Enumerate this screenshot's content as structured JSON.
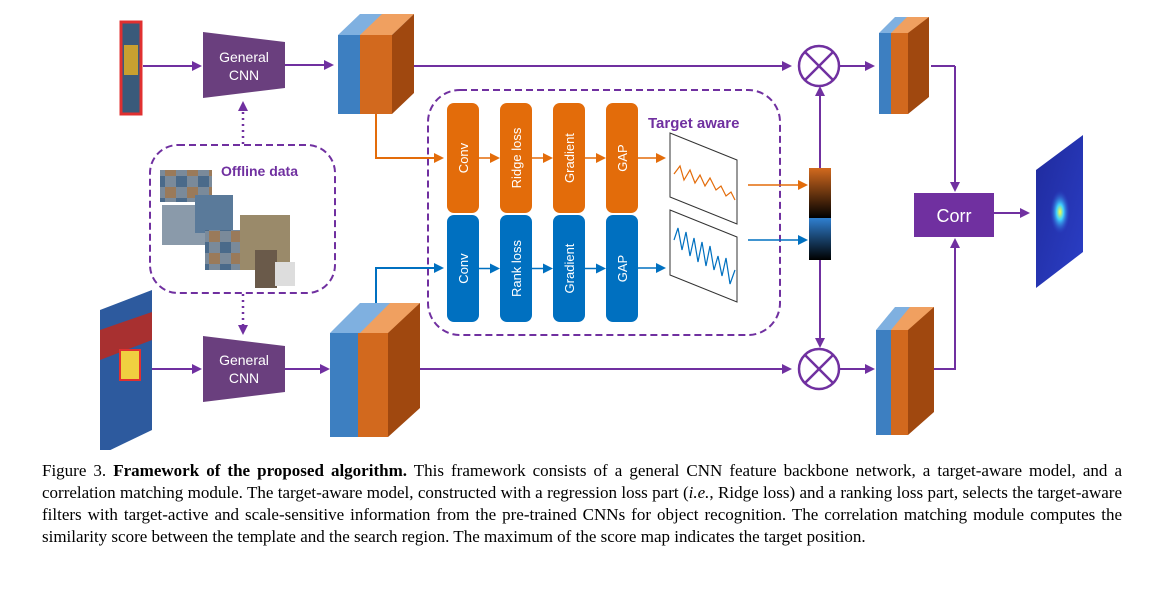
{
  "diagram": {
    "general_cnn_line1": "General",
    "general_cnn_line2": "CNN",
    "offline_data": "Offline data",
    "target_aware": "Target aware",
    "top_branch": [
      "Conv",
      "Ridge loss",
      "Gradient",
      "GAP"
    ],
    "bottom_branch": [
      "Conv",
      "Rank loss",
      "Gradient",
      "GAP"
    ],
    "corr": "Corr",
    "colors": {
      "purple": "#7030a0",
      "orange": "#e36c0a",
      "blue": "#0070c0",
      "cube_blue": "#3d7fc1",
      "cube_orange": "#d2691e",
      "cube_brown": "#a0480f"
    }
  },
  "caption": {
    "figure_label": "Figure 3.",
    "bold_title": "Framework of the proposed algorithm.",
    "part1": " This framework consists of a general CNN feature backbone network, a target-aware model, and a correlation matching module. The target-aware model, constructed with a regression loss part (",
    "italic_ie": "i.e.",
    "part2": ", Ridge loss) and a ranking loss part, selects the target-aware filters with target-active and scale-sensitive information from the pre-trained CNNs for object recognition. The correlation matching module computes the similarity score between the template and the search region. The maximum of the score map indicates the target position."
  }
}
